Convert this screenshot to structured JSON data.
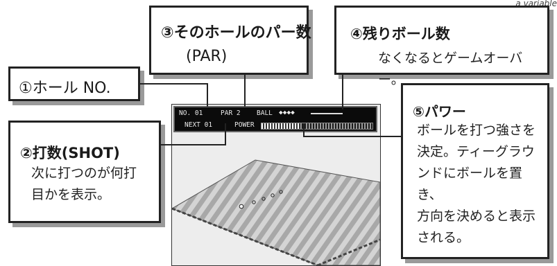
{
  "corner_text": "a variable",
  "callouts": {
    "c1": {
      "title": "①ホール NO."
    },
    "c2": {
      "title": "②打数(SHOT)",
      "line1": "次に打つのが何打",
      "line2": "目かを表示。"
    },
    "c3": {
      "title": "③そのホールのパー数",
      "line1": "(PAR)"
    },
    "c4": {
      "title": "④残りボール数",
      "line1": "なくなるとゲームオーバー。"
    },
    "c5": {
      "title": "⑤パワー",
      "line1": "ボールを打つ強さを",
      "line2": "決定。ティーグラウ",
      "line3": "ンドにボールを置き、",
      "line4": "方向を決めると表示",
      "line5": "される。"
    }
  },
  "screen": {
    "hud": {
      "hole_label": "NO. 01",
      "par_label": "PAR 2",
      "ball_label": "BALL",
      "balls_remaining": 4,
      "ball_glyph": "◆◆◆◆",
      "next_label": "NEXT 01",
      "power_label": "POWER",
      "power_fill": 0.35
    }
  },
  "colors": {
    "ink": "#222222",
    "shadow": "#9a9a9a",
    "fairway_light": "#d4d4d4",
    "fairway_dark": "#a8a8a8"
  }
}
